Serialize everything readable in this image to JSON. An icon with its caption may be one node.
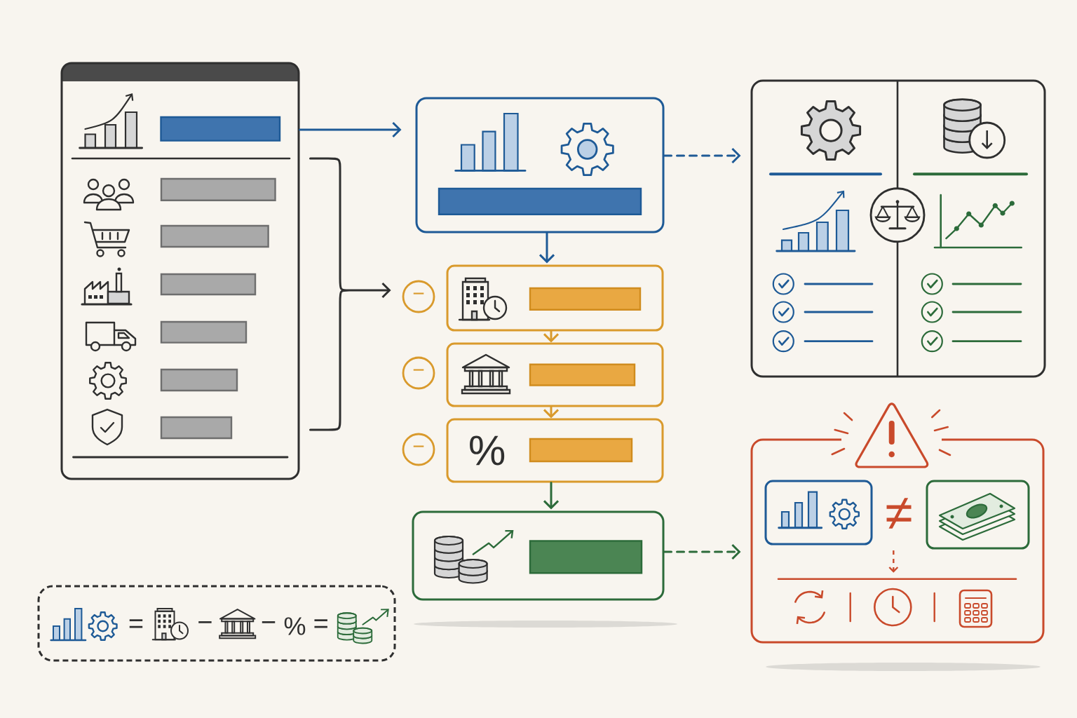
{
  "diagram": {
    "nodes": [
      {
        "text": [],
        "shape": "box"
      },
      {
        "text": [],
        "shape": "bar",
        "in": 0
      },
      {
        "text": [],
        "shape": "bar",
        "in": 0
      },
      {
        "text": [],
        "shape": "bar",
        "in": 0
      },
      {
        "text": [],
        "shape": "bar",
        "in": 0
      },
      {
        "text": [],
        "shape": "bar",
        "in": 0
      },
      {
        "text": [],
        "shape": "bar",
        "in": 0
      },
      {
        "text": [],
        "shape": "bar",
        "in": 0
      },
      {
        "text": [],
        "shape": "box"
      },
      {
        "text": [],
        "shape": "bar",
        "in": 8
      },
      {
        "text": [],
        "shape": "box"
      },
      {
        "text": [
          "−"
        ]
      },
      {
        "text": [],
        "shape": "box"
      },
      {
        "text": [],
        "shape": "bar",
        "in": 12
      },
      {
        "text": [
          "−"
        ]
      },
      {
        "text": [],
        "shape": "box"
      },
      {
        "text": [],
        "shape": "bar",
        "in": 15
      },
      {
        "text": [
          "−"
        ]
      },
      {
        "text": [
          "%"
        ]
      },
      {
        "text": [],
        "shape": "bar",
        "in": 18
      },
      {
        "text": [],
        "shape": "box"
      },
      {
        "text": [],
        "shape": "bar",
        "in": 20
      },
      {
        "text": [
          "≠"
        ]
      },
      {
        "text": [],
        "shape": "box",
        "in": 22
      },
      {
        "text": [],
        "shape": "box",
        "in": 22
      },
      {
        "text": [
          "=",
          "−",
          "−",
          "%",
          "="
        ]
      }
    ],
    "edges": [
      {
        "from": 0,
        "to": 8,
        "arrow": "to",
        "color": "#1e5a96"
      },
      {
        "from": 0,
        "to": 11,
        "arrow": "to",
        "color": "#2f2f2f"
      },
      {
        "from": 8,
        "to": 10,
        "arrow": "to",
        "style": "dashed",
        "color": "#1e5a96"
      },
      {
        "from": 8,
        "to": 12,
        "arrow": "to",
        "color": "#1e5a96"
      },
      {
        "from": 12,
        "to": 15,
        "arrow": "to",
        "color": "#d99a2c"
      },
      {
        "from": 15,
        "to": 18,
        "arrow": "to",
        "color": "#d99a2c"
      },
      {
        "from": 18,
        "to": 20,
        "arrow": "to",
        "color": "#2c6b3a"
      },
      {
        "from": 20,
        "to": 22,
        "arrow": "to",
        "style": "dashed",
        "color": "#2c6b3a"
      }
    ]
  }
}
